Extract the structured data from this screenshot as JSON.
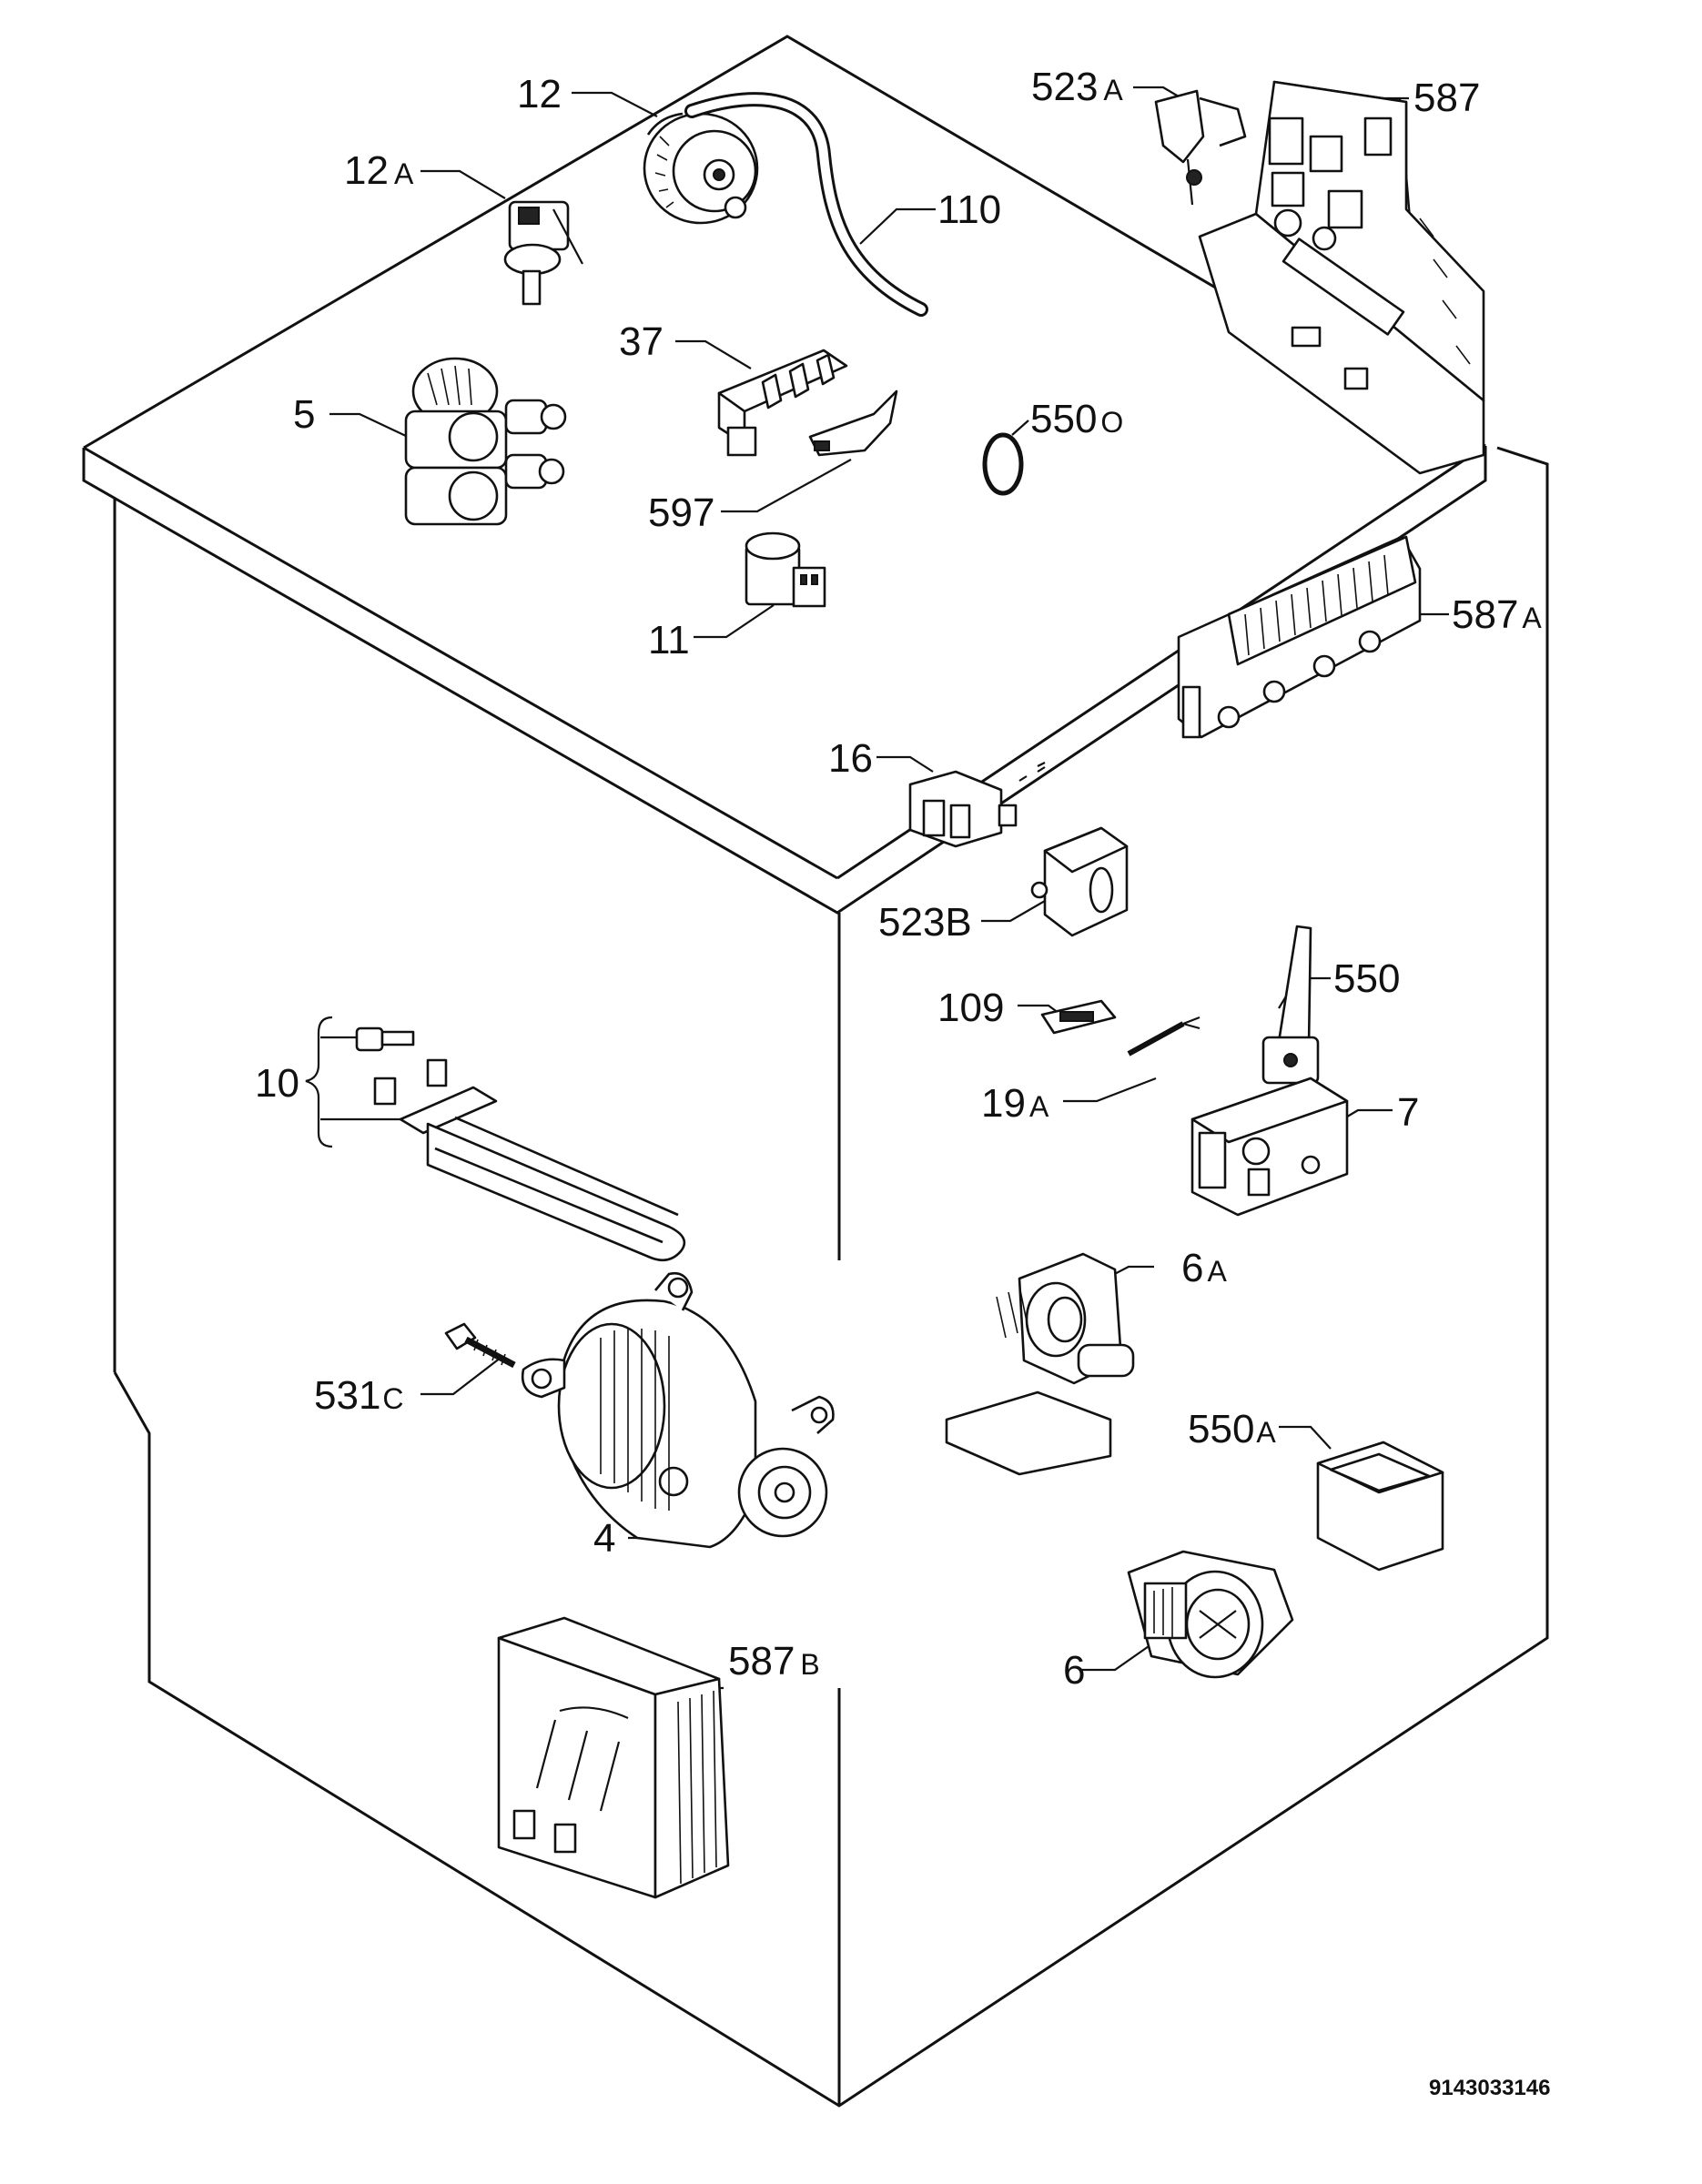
{
  "drawing_number": "9143033146",
  "labels": {
    "p12": {
      "num": "12",
      "sfx": ""
    },
    "p12a": {
      "num": "12",
      "sfx": "A"
    },
    "p110": {
      "num": "110",
      "sfx": ""
    },
    "p37": {
      "num": "37",
      "sfx": ""
    },
    "p5": {
      "num": "5",
      "sfx": ""
    },
    "p550o": {
      "num": "550",
      "sfx": "O"
    },
    "p597": {
      "num": "597",
      "sfx": ""
    },
    "p11": {
      "num": "11",
      "sfx": ""
    },
    "p523a": {
      "num": "523",
      "sfx": "A"
    },
    "p587": {
      "num": "587",
      "sfx": ""
    },
    "p587a": {
      "num": "587",
      "sfx": "A"
    },
    "p16": {
      "num": "16",
      "sfx": ""
    },
    "p523b": {
      "num": "523B",
      "sfx": ""
    },
    "p109": {
      "num": "109",
      "sfx": ""
    },
    "p550": {
      "num": "550",
      "sfx": ""
    },
    "p19a": {
      "num": "19",
      "sfx": "A"
    },
    "p7": {
      "num": "7",
      "sfx": ""
    },
    "p10": {
      "num": "10",
      "sfx": ""
    },
    "p6a": {
      "num": "6",
      "sfx": "A"
    },
    "p531c": {
      "num": "531",
      "sfx": "C"
    },
    "p550a": {
      "num": "550",
      "sfx": "A"
    },
    "p4": {
      "num": "4",
      "sfx": ""
    },
    "p6": {
      "num": "6",
      "sfx": ""
    },
    "p587b": {
      "num": "587",
      "sfx": "B"
    }
  }
}
